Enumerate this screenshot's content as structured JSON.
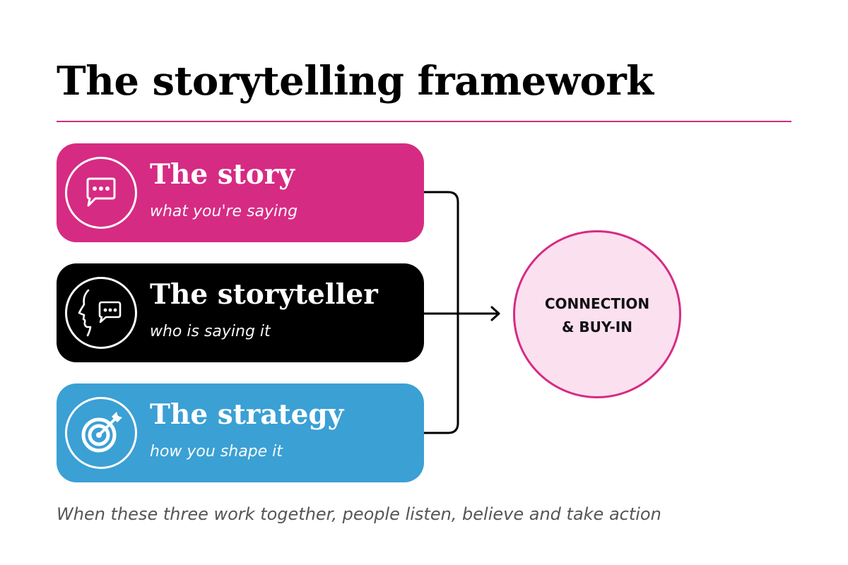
{
  "title": "The storytelling framework",
  "colors": {
    "accent": "#d62b83",
    "story_bg": "#d62b83",
    "storyteller_bg": "#000000",
    "strategy_bg": "#3ba0d4",
    "outcome_fill": "#fbe0ef",
    "outcome_border": "#d62b83"
  },
  "cards": [
    {
      "title": "The story",
      "subtitle": "what you're saying",
      "icon": "speech-bubble-icon"
    },
    {
      "title": "The storyteller",
      "subtitle": "who is saying it",
      "icon": "speaking-head-icon"
    },
    {
      "title": "The strategy",
      "subtitle": "how you shape it",
      "icon": "target-arrow-icon"
    }
  ],
  "outcome": {
    "line1": "CONNECTION",
    "line2": "& BUY-IN"
  },
  "caption": "When these three work together, people listen, believe and take action"
}
